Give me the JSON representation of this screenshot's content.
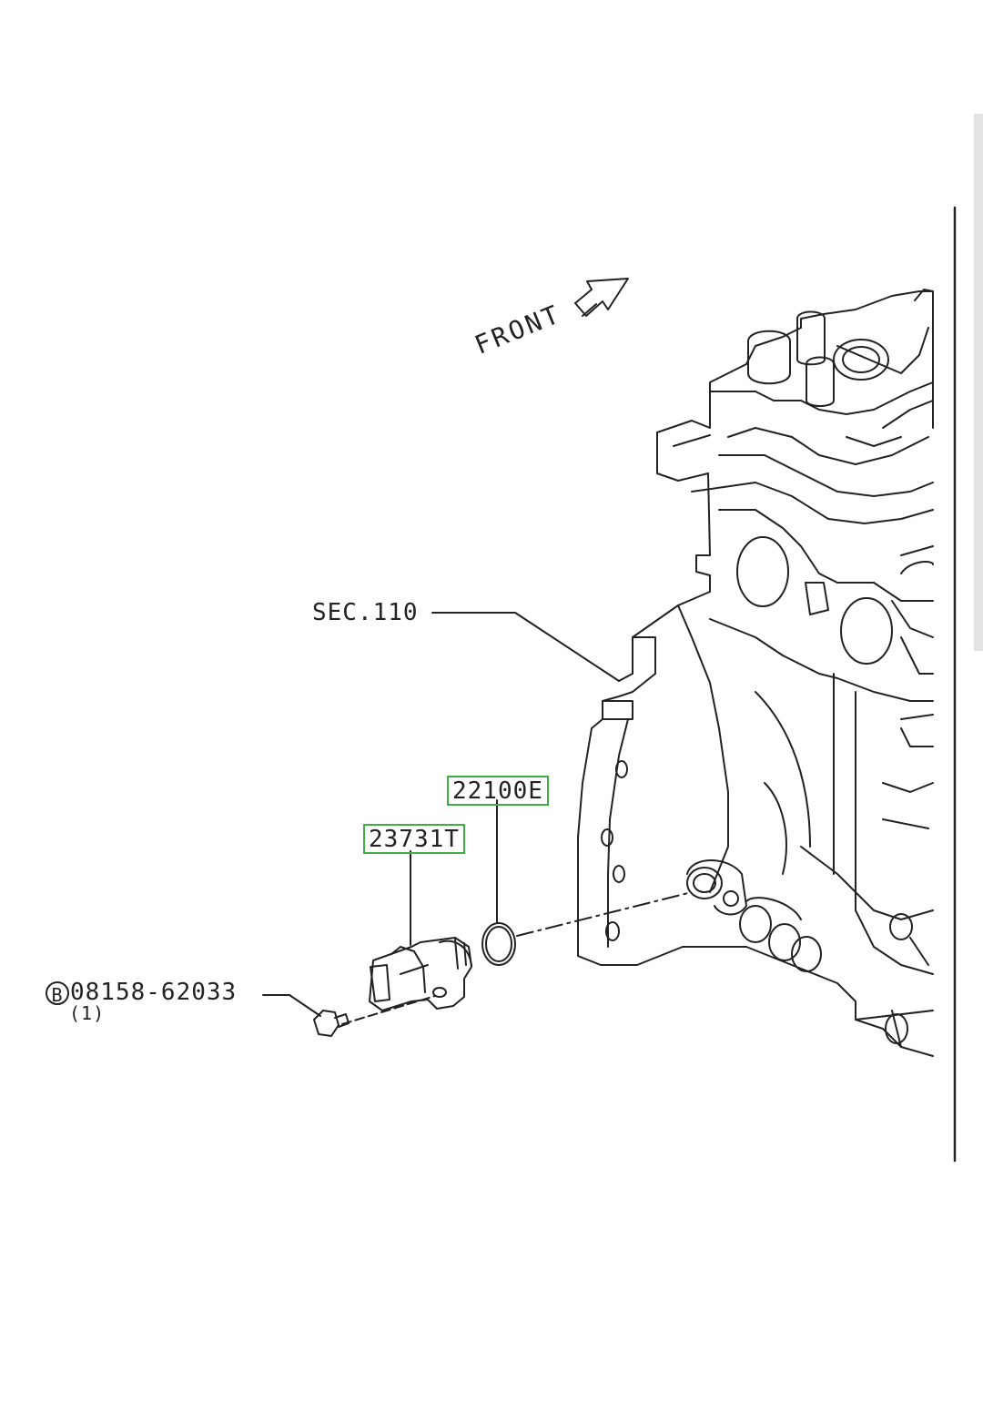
{
  "diagram": {
    "front_label": "FRONT",
    "section_ref": "SEC.110",
    "parts": [
      {
        "code": "22100E"
      },
      {
        "code": "23731T"
      }
    ],
    "bolt": {
      "symbol": "B",
      "part_number": "08158-62033",
      "quantity": "(1)"
    },
    "highlight_color": "#3cb043"
  }
}
